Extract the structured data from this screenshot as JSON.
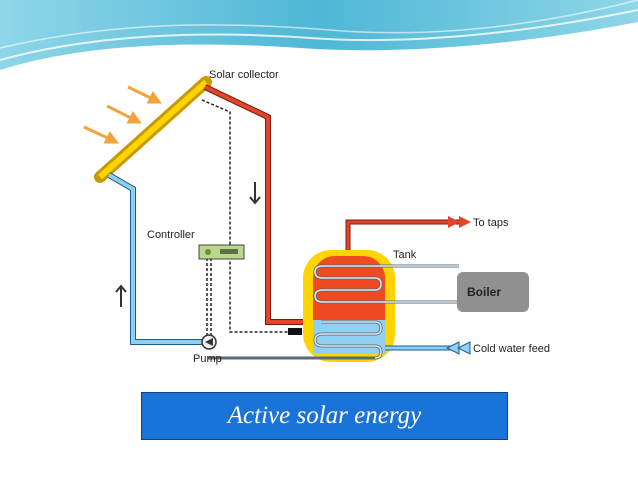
{
  "diagram": {
    "labels": {
      "solar_collector": "Solar collector",
      "controller": "Controller",
      "pump": "Pump",
      "to_taps": "To taps",
      "tank": "Tank",
      "boiler": "Boiler",
      "cold_water_feed": "Cold water feed"
    },
    "colors": {
      "hot_pipe": "#d9381e",
      "cold_pipe": "#7ec3ec",
      "tank_outer": "#ffd200",
      "tank_hot": "#f04a23",
      "boiler_box": "#909090",
      "sun_rays": "#f2a43a",
      "collector_frame": "#d8b000"
    }
  },
  "caption": {
    "text": "Active solar energy",
    "background": "#1a73d9",
    "text_color": "#ffffff"
  }
}
